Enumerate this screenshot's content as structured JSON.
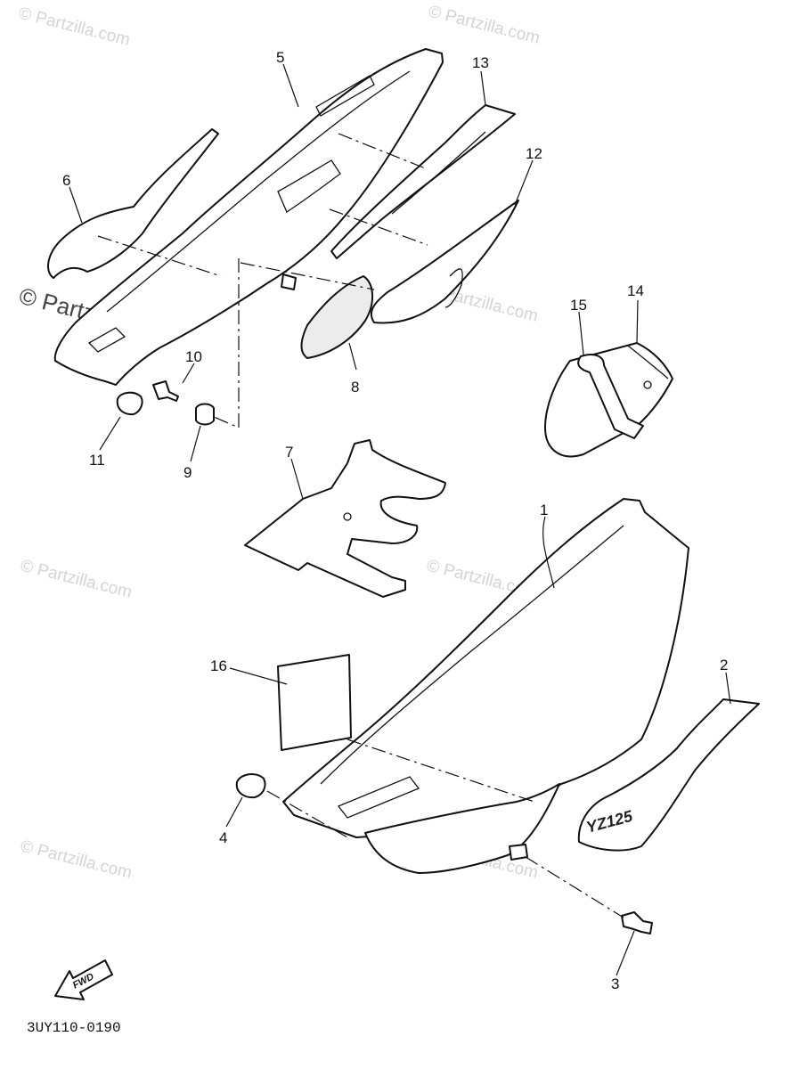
{
  "diagram": {
    "drawing_code": "3UY110-0190",
    "fwd_label": "FWD",
    "decal_text": "YZ125",
    "callouts": [
      "1",
      "2",
      "3",
      "4",
      "5",
      "6",
      "7",
      "8",
      "9",
      "10",
      "11",
      "12",
      "13",
      "14",
      "15",
      "16"
    ],
    "watermark_main": "© Partzilla.com",
    "watermark_repeat": "© Partzilla.com"
  }
}
